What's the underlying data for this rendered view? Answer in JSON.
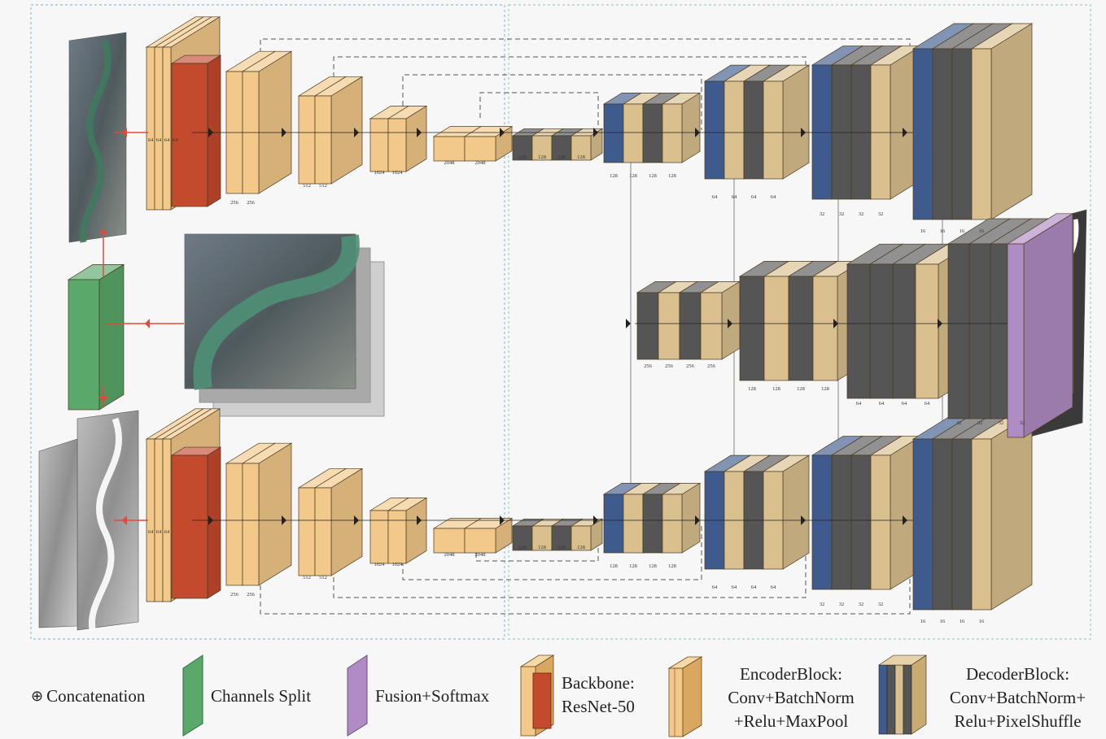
{
  "legend": {
    "concat_symbol": "⊕",
    "concat_label": "Concatenation",
    "split_label": "Channels Split",
    "fusion_label": "Fusion+Softmax",
    "backbone_line1": "Backbone:",
    "backbone_line2": "ResNet-50",
    "encoder_line1": "EncoderBlock:",
    "encoder_line2": "Conv+BatchNorm",
    "encoder_line3": "+Relu+MaxPool",
    "decoder_line1": "DecoderBlock:",
    "decoder_line2": "Conv+BatchNorm+",
    "decoder_line3": "Relu+PixelShuffle"
  },
  "colors": {
    "background": "#f7f7f7",
    "encoder_fill": "#f2c98a",
    "backbone_red": "#c44a2e",
    "decoder_dark": "#555555",
    "decoder_blue": "#3f5a8c",
    "decoder_tan": "#d9c08e",
    "split_green": "#5aa86a",
    "fusion_purple": "#b08cc4",
    "arrow_red": "#e04a3a",
    "encoder_region_border": "#8fbfe0",
    "decoder_region_border": "#9fd0b8"
  },
  "labels": {
    "backbone_top": [
      "64",
      "64",
      "64",
      "64"
    ],
    "backbone_bottom": [
      "64",
      "64",
      "64"
    ],
    "enc1": [
      "256",
      "256"
    ],
    "enc2": [
      "512",
      "512"
    ],
    "enc3": [
      "1024",
      "1024"
    ],
    "enc4": [
      "2048",
      "2048"
    ],
    "dec1": [
      "128",
      "128",
      "128",
      "128"
    ],
    "dec2": [
      "128",
      "128",
      "128",
      "128"
    ],
    "dec3": [
      "64",
      "64",
      "64",
      "64"
    ],
    "dec4": [
      "32",
      "32",
      "32",
      "32"
    ],
    "dec5": [
      "16",
      "16",
      "16",
      "16"
    ],
    "mid1": [
      "256",
      "256",
      "256",
      "256"
    ],
    "mid2": [
      "128",
      "128",
      "128",
      "128"
    ],
    "mid3": [
      "64",
      "64",
      "64",
      "64"
    ],
    "mid4": [
      "32",
      "32",
      "32",
      "32"
    ]
  }
}
